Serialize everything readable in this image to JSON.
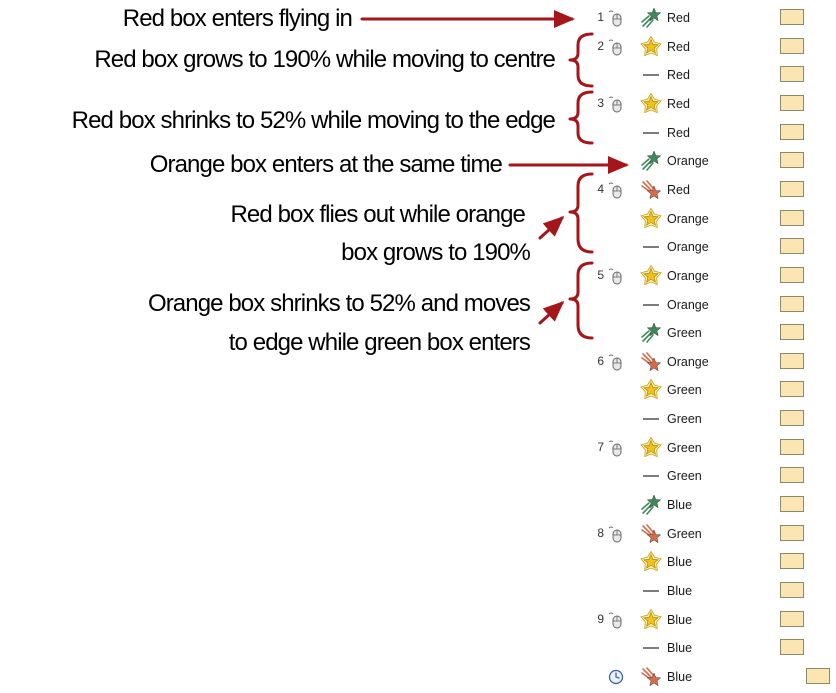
{
  "annotations": [
    "Red box enters flying in",
    "Red box grows to 190% while moving to centre",
    "Red box shrinks to 52% while moving to the edge",
    "Orange box enters at the same time",
    "Red box flies out while orange",
    "box grows to 190%",
    "Orange box shrinks to 52%  and moves",
    "to edge while green box enters"
  ],
  "colors": {
    "arrow": "#a4161a",
    "entrance_star": "#3e8a57",
    "emphasis_star": "#f2c21a",
    "exit_star": "#d96a4a",
    "timeline_bar": "#fbe6b3"
  },
  "animations": [
    {
      "step": "1",
      "trigger": "mouse-click",
      "effect": "entrance",
      "label": "Red"
    },
    {
      "step": "2",
      "trigger": "mouse-click",
      "effect": "emphasis",
      "label": "Red"
    },
    {
      "step": "",
      "trigger": "",
      "effect": "motion-path",
      "label": "Red"
    },
    {
      "step": "3",
      "trigger": "mouse-click",
      "effect": "emphasis",
      "label": "Red"
    },
    {
      "step": "",
      "trigger": "",
      "effect": "motion-path",
      "label": "Red"
    },
    {
      "step": "",
      "trigger": "",
      "effect": "entrance",
      "label": "Orange"
    },
    {
      "step": "4",
      "trigger": "mouse-click",
      "effect": "exit",
      "label": "Red"
    },
    {
      "step": "",
      "trigger": "",
      "effect": "emphasis",
      "label": "Orange"
    },
    {
      "step": "",
      "trigger": "",
      "effect": "motion-path",
      "label": "Orange"
    },
    {
      "step": "5",
      "trigger": "mouse-click",
      "effect": "emphasis",
      "label": "Orange"
    },
    {
      "step": "",
      "trigger": "",
      "effect": "motion-path",
      "label": "Orange"
    },
    {
      "step": "",
      "trigger": "",
      "effect": "entrance",
      "label": "Green"
    },
    {
      "step": "6",
      "trigger": "mouse-click",
      "effect": "exit",
      "label": "Orange"
    },
    {
      "step": "",
      "trigger": "",
      "effect": "emphasis",
      "label": "Green"
    },
    {
      "step": "",
      "trigger": "",
      "effect": "motion-path",
      "label": "Green"
    },
    {
      "step": "7",
      "trigger": "mouse-click",
      "effect": "emphasis",
      "label": "Green"
    },
    {
      "step": "",
      "trigger": "",
      "effect": "motion-path",
      "label": "Green"
    },
    {
      "step": "",
      "trigger": "",
      "effect": "entrance",
      "label": "Blue"
    },
    {
      "step": "8",
      "trigger": "mouse-click",
      "effect": "exit",
      "label": "Green"
    },
    {
      "step": "",
      "trigger": "",
      "effect": "emphasis",
      "label": "Blue"
    },
    {
      "step": "",
      "trigger": "",
      "effect": "motion-path",
      "label": "Blue"
    },
    {
      "step": "9",
      "trigger": "mouse-click",
      "effect": "emphasis",
      "label": "Blue"
    },
    {
      "step": "",
      "trigger": "",
      "effect": "motion-path",
      "label": "Blue"
    },
    {
      "step": "",
      "trigger": "after-previous",
      "effect": "exit",
      "label": "Blue"
    }
  ]
}
